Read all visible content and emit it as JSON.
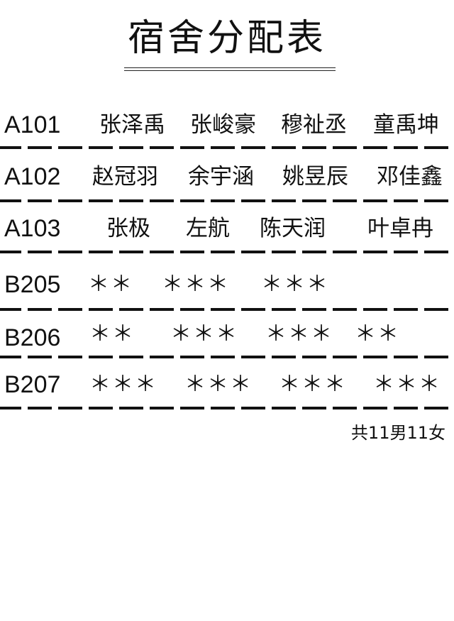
{
  "title": "宿舍分配表",
  "rooms": [
    {
      "room": "A101",
      "members": [
        "张泽禹",
        "张峻豪",
        "穆祉丞",
        "童禹坤"
      ]
    },
    {
      "room": "A102",
      "members": [
        "赵冠羽",
        "余宇涵",
        "姚昱辰",
        "邓佳鑫"
      ]
    },
    {
      "room": "A103",
      "members": [
        "张极",
        "左航",
        "陈天润",
        "叶卓冉"
      ]
    },
    {
      "room": "B205",
      "members": [
        "＊＊",
        "＊＊＊",
        "＊＊＊"
      ]
    },
    {
      "room": "B206",
      "members": [
        "＊＊",
        "＊＊＊",
        "＊＊＊",
        "＊＊"
      ]
    },
    {
      "room": "B207",
      "members": [
        "＊＊＊",
        "＊＊＊",
        "＊＊＊",
        "＊＊＊"
      ]
    }
  ],
  "footer": "共11男11女"
}
